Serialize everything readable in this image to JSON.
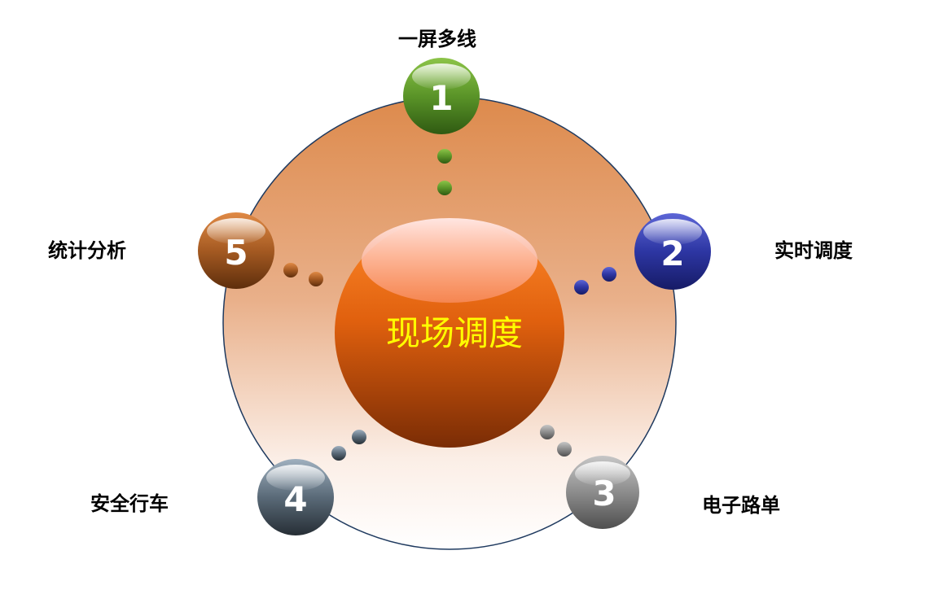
{
  "center": {
    "label": "现场调度",
    "text_color": "#ffff00",
    "color": "#d8580e"
  },
  "ring": {
    "top_color": "#dd8a4c",
    "bottom_color": "#ffffff",
    "stroke": "#1f3a5f"
  },
  "nodes": [
    {
      "number": "1",
      "label": "一屏多线",
      "color": "#5e9a2c"
    },
    {
      "number": "2",
      "label": "实时调度",
      "color": "#2d36a3"
    },
    {
      "number": "3",
      "label": "电子路单",
      "color": "#8c8c8c"
    },
    {
      "number": "4",
      "label": "安全行车",
      "color": "#5a6a78"
    },
    {
      "number": "5",
      "label": "统计分析",
      "color": "#a55a22"
    }
  ]
}
